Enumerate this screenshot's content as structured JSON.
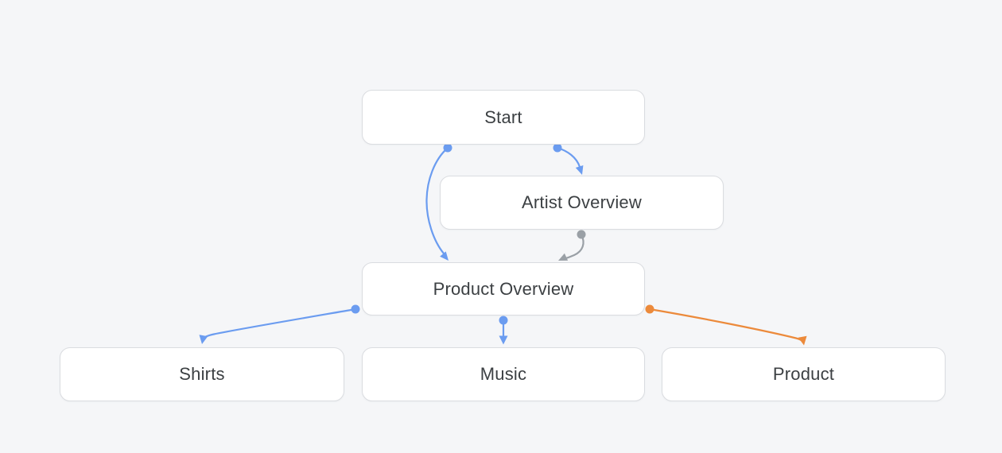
{
  "canvas": {
    "background": "#f5f6f8",
    "node_fill": "#ffffff",
    "node_border": "#dadce0",
    "text_color": "#3c4043"
  },
  "colors": {
    "blue": "#6b9cf0",
    "gray": "#9aa0a6",
    "orange": "#ec8a3b"
  },
  "nodes": [
    {
      "id": "start",
      "label": "Start"
    },
    {
      "id": "artist-overview",
      "label": "Artist Overview"
    },
    {
      "id": "product-overview",
      "label": "Product Overview"
    },
    {
      "id": "shirts",
      "label": "Shirts"
    },
    {
      "id": "music",
      "label": "Music"
    },
    {
      "id": "product",
      "label": "Product"
    }
  ],
  "edges": [
    {
      "id": "start-to-artist-overview",
      "from": "start",
      "to": "artist-overview",
      "color": "blue"
    },
    {
      "id": "start-to-product-overview",
      "from": "start",
      "to": "product-overview",
      "color": "blue"
    },
    {
      "id": "artist-overview-to-product-overview",
      "from": "artist-overview",
      "to": "product-overview",
      "color": "gray"
    },
    {
      "id": "product-overview-to-shirts",
      "from": "product-overview",
      "to": "shirts",
      "color": "blue"
    },
    {
      "id": "product-overview-to-music",
      "from": "product-overview",
      "to": "music",
      "color": "blue"
    },
    {
      "id": "product-overview-to-product",
      "from": "product-overview",
      "to": "product",
      "color": "orange"
    }
  ]
}
